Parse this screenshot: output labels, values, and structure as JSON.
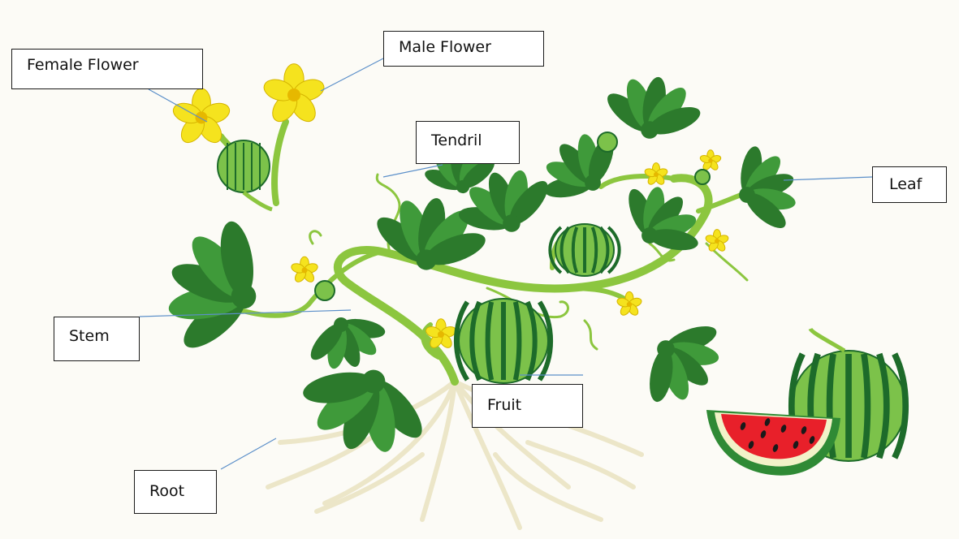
{
  "colors": {
    "background": "#fcfbf6",
    "leaf": "#3f9a3a",
    "leaf_dark": "#2c7a2c",
    "stem": "#8cc63f",
    "flower": "#f5e31e",
    "melon_light": "#7cc24a",
    "melon_dark": "#1d6b2a",
    "flesh": "#e8202a",
    "rind": "#f2f2c8",
    "root": "#ece6c8",
    "leader_line": "#5b8fc9"
  },
  "labels": {
    "female_flower": "Female Flower",
    "male_flower": "Male Flower",
    "tendril": "Tendril",
    "leaf": "Leaf",
    "stem": "Stem",
    "fruit": "Fruit",
    "root": "Root"
  }
}
